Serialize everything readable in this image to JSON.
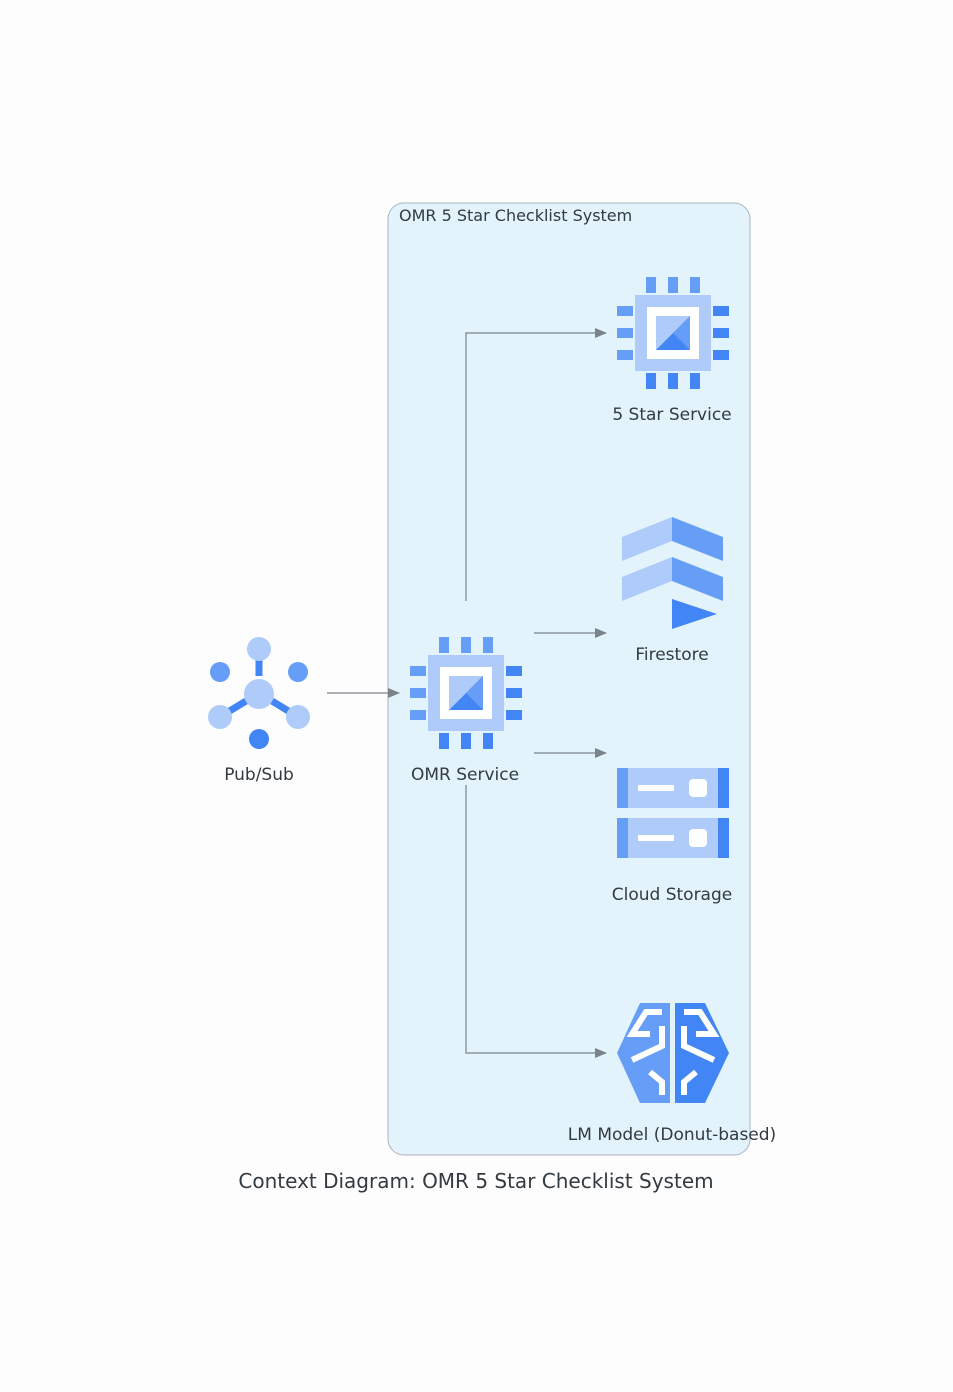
{
  "diagram": {
    "title": "Context Diagram: OMR 5 Star Checklist System",
    "cluster": {
      "label": "OMR 5 Star Checklist System"
    },
    "nodes": {
      "pubsub": {
        "label": "Pub/Sub",
        "icon": "pubsub-icon"
      },
      "omr": {
        "label": "OMR Service",
        "icon": "compute-engine-icon"
      },
      "fivestar": {
        "label": "5 Star Service",
        "icon": "compute-engine-icon"
      },
      "firestore": {
        "label": "Firestore",
        "icon": "firestore-icon"
      },
      "storage": {
        "label": "Cloud Storage",
        "icon": "cloud-storage-icon"
      },
      "lm": {
        "label": "LM Model (Donut-based)",
        "icon": "ai-brain-icon"
      }
    },
    "edges": [
      {
        "from": "Pub/Sub",
        "to": "OMR Service"
      },
      {
        "from": "OMR Service",
        "to": "5 Star Service"
      },
      {
        "from": "OMR Service",
        "to": "Firestore"
      },
      {
        "from": "OMR Service",
        "to": "Cloud Storage"
      },
      {
        "from": "OMR Service",
        "to": "LM Model (Donut-based)"
      }
    ]
  },
  "colors": {
    "cluster_fill": "#e3f3fc",
    "cluster_stroke": "#a9b3bd",
    "edge": "#7b8289",
    "icon_light": "#aecbfa",
    "icon_mid": "#669df6",
    "icon_dark": "#4285f4",
    "text": "#333a40"
  }
}
